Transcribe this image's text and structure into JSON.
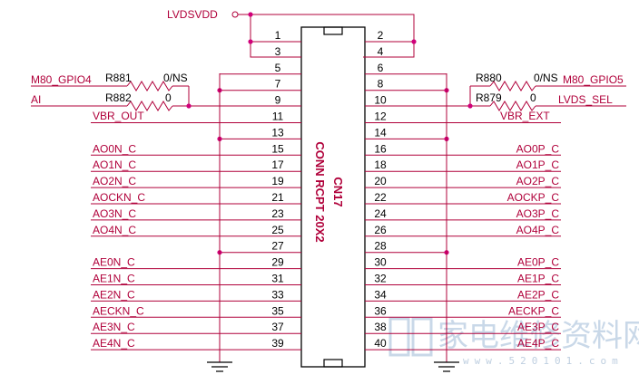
{
  "power": {
    "lvdsvdd": "LVDSVDD"
  },
  "connector": {
    "refdes": "CN17",
    "part": "CONN RCPT 20X2"
  },
  "resistors": {
    "r881": {
      "ref": "R881",
      "value": "0/NS"
    },
    "r882": {
      "ref": "R882",
      "value": "0"
    },
    "r880": {
      "ref": "R880",
      "value": "0/NS"
    },
    "r879": {
      "ref": "R879",
      "value": "0"
    }
  },
  "nets": {
    "m80_gpio4": "M80_GPIO4",
    "ai": "AI",
    "vbr_out": "VBR_OUT",
    "m80_gpio5": "M80_GPIO5",
    "lvds_sel": "LVDS_SEL",
    "vbr_ext": "VBR_EXT"
  },
  "left_pins": [
    "1",
    "3",
    "5",
    "7",
    "9",
    "11",
    "13",
    "15",
    "17",
    "19",
    "21",
    "23",
    "25",
    "27",
    "29",
    "31",
    "33",
    "35",
    "37",
    "39"
  ],
  "right_pins": [
    "2",
    "4",
    "6",
    "8",
    "10",
    "12",
    "14",
    "16",
    "18",
    "20",
    "22",
    "24",
    "26",
    "28",
    "30",
    "32",
    "34",
    "36",
    "38",
    "40"
  ],
  "left_nets": [
    "",
    "",
    "",
    "",
    "",
    "",
    "",
    "AO0N_C",
    "AO1N_C",
    "AO2N_C",
    "AOCKN_C",
    "AO3N_C",
    "AO4N_C",
    "",
    "AE0N_C",
    "AE1N_C",
    "AE2N_C",
    "AECKN_C",
    "AE3N_C",
    "AE4N_C"
  ],
  "right_nets": [
    "",
    "",
    "",
    "",
    "",
    "",
    "",
    "AO0P_C",
    "AO1P_C",
    "AO2P_C",
    "AOCKP_C",
    "AO3P_C",
    "AO4P_C",
    "",
    "AE0P_C",
    "AE1P_C",
    "AE2P_C",
    "AECKP_C",
    "AE3P_C",
    "AE4P_C"
  ],
  "watermark": {
    "cn": "家电维修资料网",
    "url": "www.520101.com"
  },
  "colors": {
    "wire": "#b0003a",
    "dot": "#d0007a",
    "body": "#000000",
    "ground": "#000000"
  }
}
